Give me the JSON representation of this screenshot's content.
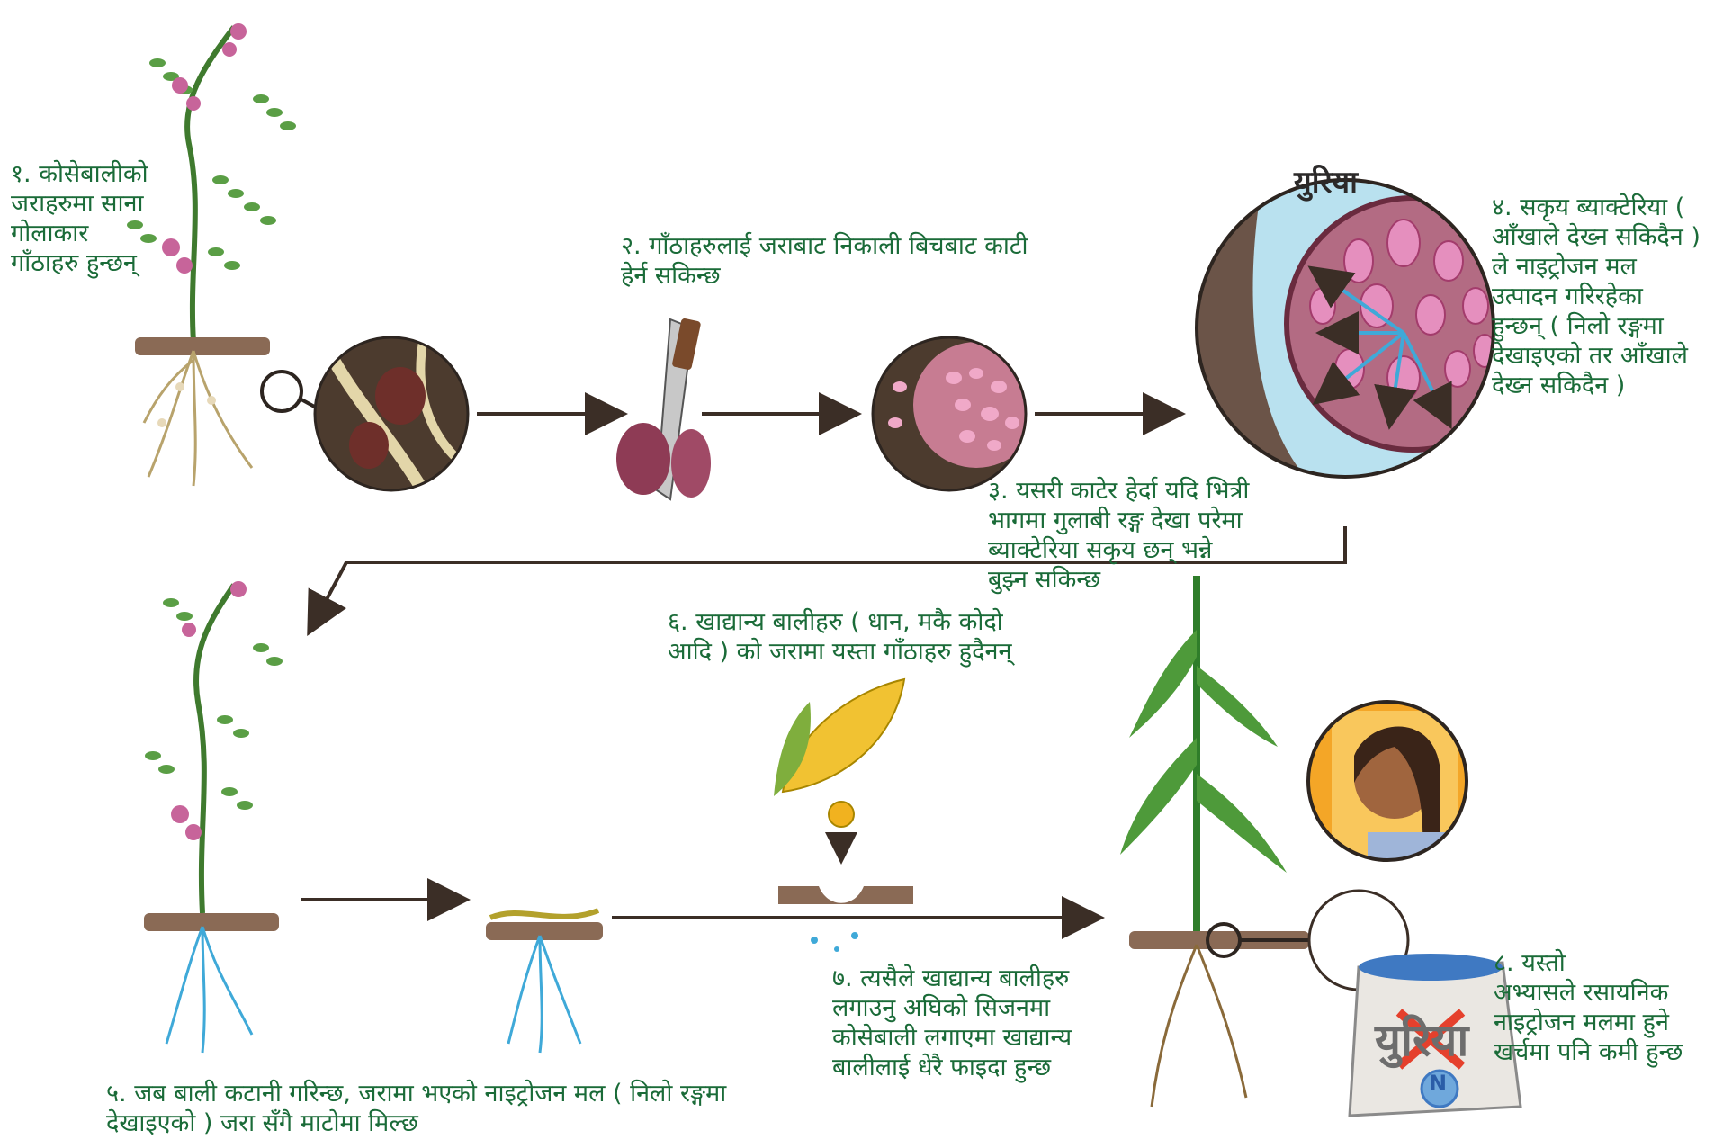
{
  "steps": {
    "step1": "१. कोसेबालीको\nजराहरुमा साना\nगोलाकार\nगाँठाहरु हुन्छन्",
    "step2": "२. गाँठाहरुलाई जराबाट निकाली बिचबाट काटी\nहेर्न सकिन्छ",
    "step3": "३. यसरी काटेर हेर्दा यदि भित्री\nभागमा गुलाबी रङ्ग देखा परेमा\nब्याक्टेरिया सकृय छन् भन्ने\nबुझ्न सकिन्छ",
    "step4": "४. सकृय ब्याक्टेरिया (\nआँखाले देख्न सकिदैन )\nले नाइट्रोजन मल\nउत्पादन गरिरहेका\nहुन्छन् ( निलो रङ्गमा\nदेखाइएको तर आँखाले\nदेख्न सकिदैन )",
    "step5": "५. जब बाली कटानी गरिन्छ, जरामा भएको नाइट्रोजन मल ( निलो रङ्गमा\nदेखाइएको ) जरा सँगै माटोमा मिल्छ",
    "step6": "६. खाद्यान्य बालीहरु ( धान, मकै कोदो\nआदि ) को जरामा यस्ता गाँठाहरु हुदैनन्",
    "step7": "७. त्यसैले खाद्यान्य बालीहरु\nलगाउनु अघिको सिजनमा\nकोसेबाली लगाएमा खाद्यान्य\nबालीलाई धेरै फाइदा हुन्छ",
    "step8": "८. यस्तो\nअभ्यासले रसायनिक\nनाइट्रोजन मलमा हुने\nखर्चमा पनि कमी हुन्छ"
  },
  "urea_label": "युरिया",
  "bag_label": "युरिया",
  "bag_badge": "N",
  "colors": {
    "caption_green": "#1a6b38",
    "arrow": "#3b2e26",
    "soil": "#8a6a55",
    "nodule_pink": "#d98aa6",
    "bacteria_blue": "#3fa9d8",
    "leaf_green": "#4e9a3a",
    "flower_pink": "#c7649a",
    "cross_red": "#e5402c"
  },
  "icons": {
    "plant": "legume-plant-icon",
    "magnifier": "magnifier-icon",
    "knife": "knife-icon",
    "corn": "corn-cob-icon",
    "bag": "fertilizer-bag-icon"
  }
}
